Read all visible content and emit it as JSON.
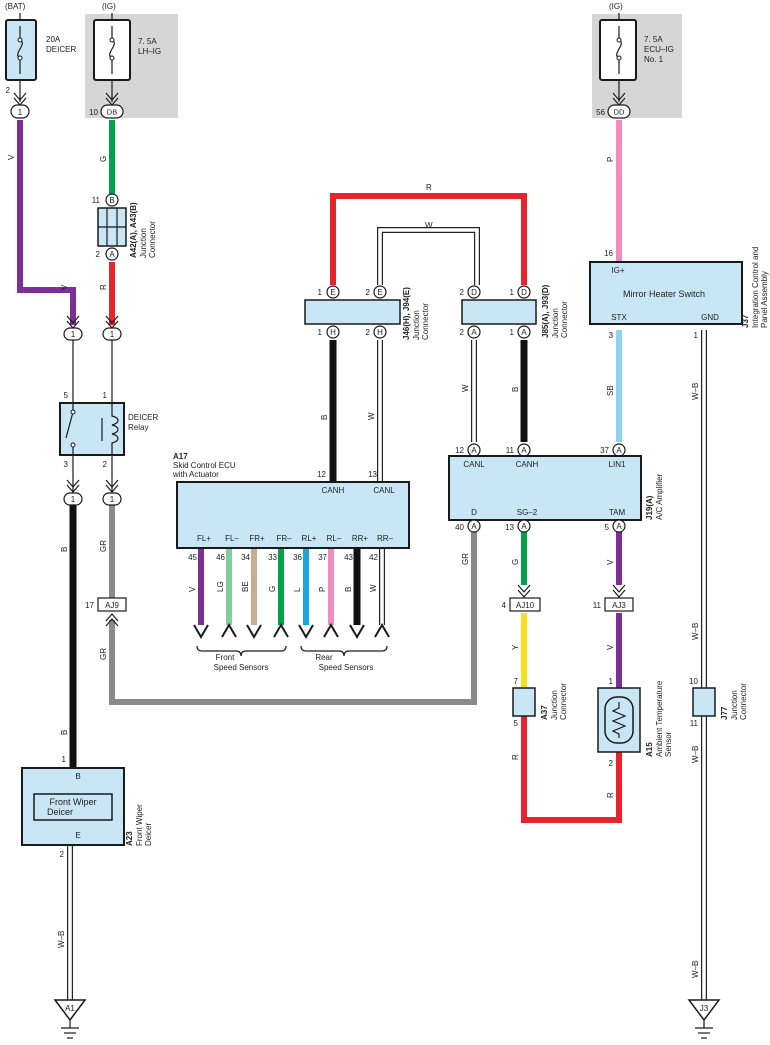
{
  "fuses": {
    "bat_source": "(BAT)",
    "deicer_fuse_line1": "20A",
    "deicer_fuse_line2": "DEICER",
    "lh_ig_source": "(IG)",
    "lh_ig_line1": "7. 5A",
    "lh_ig_line2": "LH–IG",
    "ecu_ig_source": "(IG)",
    "ecu_ig_line1": "7. 5A",
    "ecu_ig_line2": "ECU–IG",
    "ecu_ig_line3": "No. 1"
  },
  "connectors": {
    "jc_a42": {
      "code": "A42(A), A43(B)",
      "name_line1": "Junction",
      "name_line2": "Connector"
    },
    "jc_j46": {
      "code": "J46(H), J94(E)",
      "name_line1": "Junction",
      "name_line2": "Connector"
    },
    "jc_j85": {
      "code": "J85(A), J93(D)",
      "name_line1": "Junction",
      "name_line2": "Connector"
    },
    "jc_a37": {
      "code": "A37",
      "name_line1": "Junction",
      "name_line2": "Connector"
    },
    "jc_j77": {
      "code": "J77",
      "name_line1": "Junction",
      "name_line2": "Connector"
    },
    "aj9": "AJ9",
    "aj10": "AJ10",
    "aj3": "AJ3",
    "pin_1": "1",
    "pin_db": "DB",
    "pin_dd": "DD",
    "pin_a": "A",
    "pin_b": "B",
    "pin_d": "D",
    "pin_e": "E",
    "pin_h": "H"
  },
  "components": {
    "deicer_relay": {
      "line1": "DEICER",
      "line2": "Relay"
    },
    "wiper_deicer": {
      "code": "A23",
      "name_line1": "Front Wiper",
      "name_line2": "Deicer",
      "box_line1": "Front Wiper",
      "box_line2": "Deicer",
      "term_b": "B",
      "term_e": "E"
    },
    "skid_ecu": {
      "code": "A17",
      "name_line1": "Skid Control ECU",
      "name_line2": "with Actuator",
      "canh": "CANH",
      "canl": "CANL",
      "terminals": [
        "FL+",
        "FL–",
        "FR+",
        "FR–",
        "RL+",
        "RL–",
        "RR+",
        "RR–"
      ],
      "pins": [
        "45",
        "46",
        "34",
        "33",
        "36",
        "37",
        "43",
        "42"
      ],
      "wires": [
        "V",
        "LG",
        "BE",
        "G",
        "L",
        "P",
        "B",
        "W"
      ]
    },
    "ac_amp": {
      "code": "J19(A)",
      "name": "A/C Amplifier",
      "canl": "CANL",
      "canh": "CANH",
      "lin1": "LIN1",
      "d": "D",
      "sg2": "SG–2",
      "tam": "TAM"
    },
    "mirror_switch": {
      "code": "J37",
      "name_line1": "Integration Control and",
      "name_line2": "Panel Assembly",
      "title": "Mirror Heater Switch",
      "ig": "IG+",
      "stx": "STX",
      "gnd": "GND"
    },
    "amb_sensor": {
      "code": "A15",
      "name_line1": "Ambient Temperature",
      "name_line2": "Sensor"
    },
    "front_sensors": {
      "line1": "Front",
      "line2": "Speed Sensors"
    },
    "rear_sensors": {
      "line1": "Rear",
      "line2": "Speed Sensors"
    }
  },
  "grounds": {
    "a1": "A1",
    "j3": "J3"
  },
  "wire_colors": {
    "v": "V",
    "g": "G",
    "r": "R",
    "w": "W",
    "b": "B",
    "gr": "GR",
    "p": "P",
    "sb": "SB",
    "y": "Y",
    "wb": "W–B"
  },
  "pin_numbers": {
    "n1": "1",
    "n2": "2",
    "n3": "3",
    "n4": "4",
    "n5": "5",
    "n7": "7",
    "n10": "10",
    "n11": "11",
    "n12": "12",
    "n13": "13",
    "n16": "16",
    "n17": "17",
    "n37": "37",
    "n40": "40",
    "n56": "56"
  },
  "palette": {
    "violet": "#7b2f97",
    "green": "#00a24a",
    "red": "#e8232a",
    "black": "#111111",
    "gray": "#8a8a8a",
    "pink": "#f08cc0",
    "skyblue": "#8fd3f4",
    "yellow": "#f5e11a",
    "lightgreen": "#7fcf9a",
    "beige": "#c9ad92",
    "blue": "#19a6e3",
    "white_wire": "#ffffff"
  }
}
